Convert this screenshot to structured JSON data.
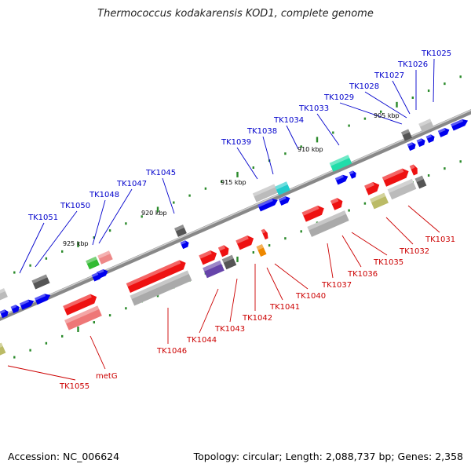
{
  "title": "Thermococcus kodakarensis KOD1, complete genome",
  "accession": "Accession: NC_006624",
  "topology": "Topology: circular; Length: 2,088,737 bp; Genes: 2,358",
  "colors": {
    "top_label": "#0000cc",
    "bottom_label": "#cc0000",
    "tick": "#2a8a2a",
    "backbone": "#888888"
  },
  "scale_labels": [
    "905 kbp",
    "910 kbp",
    "915 kbp",
    "920 kbp",
    "925 kbp"
  ],
  "top_genes": [
    "TK1025",
    "TK1026",
    "TK1027",
    "TK1028",
    "TK1029",
    "TK1033",
    "TK1034",
    "TK1038",
    "TK1039",
    "TK1045",
    "TK1047",
    "TK1048",
    "TK1050",
    "TK1051"
  ],
  "bottom_genes": [
    "TK1031",
    "TK1032",
    "TK1035",
    "TK1036",
    "TK1037",
    "TK1040",
    "TK1041",
    "TK1042",
    "TK1043",
    "TK1044",
    "TK1046",
    "metG",
    "TK1055"
  ]
}
